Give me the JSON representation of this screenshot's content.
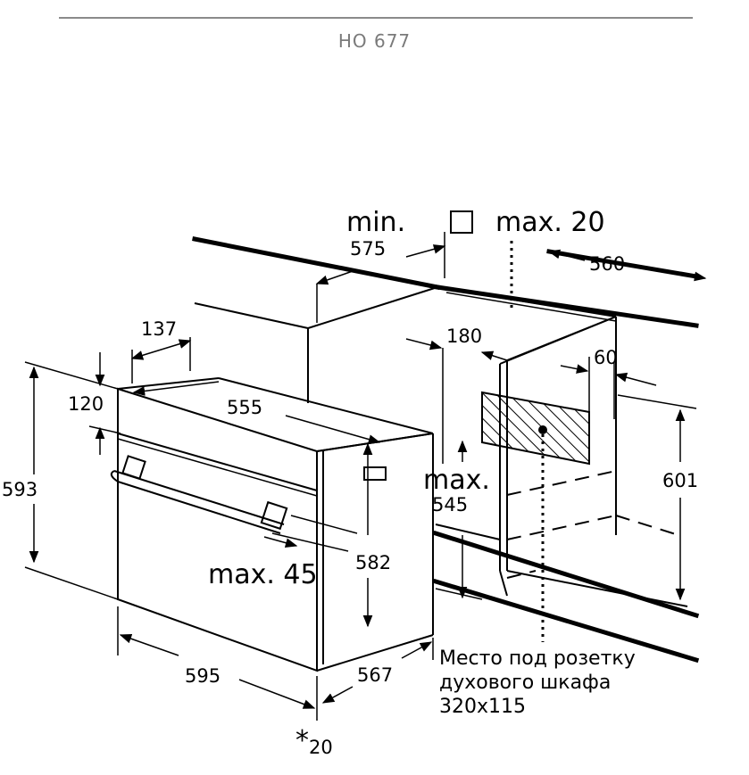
{
  "header": {
    "model": "HO 677"
  },
  "diagram": {
    "labels": {
      "min": "min.",
      "d575": "575",
      "max20": "max. 20",
      "d560": "560",
      "d137": "137",
      "d180": "180",
      "d60": "60",
      "d120": "120",
      "d555": "555",
      "d593": "593",
      "d601": "601",
      "max": "max.",
      "d545": "545",
      "d582": "582",
      "max45": "max. 45",
      "d595": "595",
      "d567": "567",
      "star20": "20",
      "star": "*"
    },
    "socket_note": {
      "line1": "Место под розетку",
      "line2": "духового шкафа",
      "line3": "320x115"
    }
  }
}
